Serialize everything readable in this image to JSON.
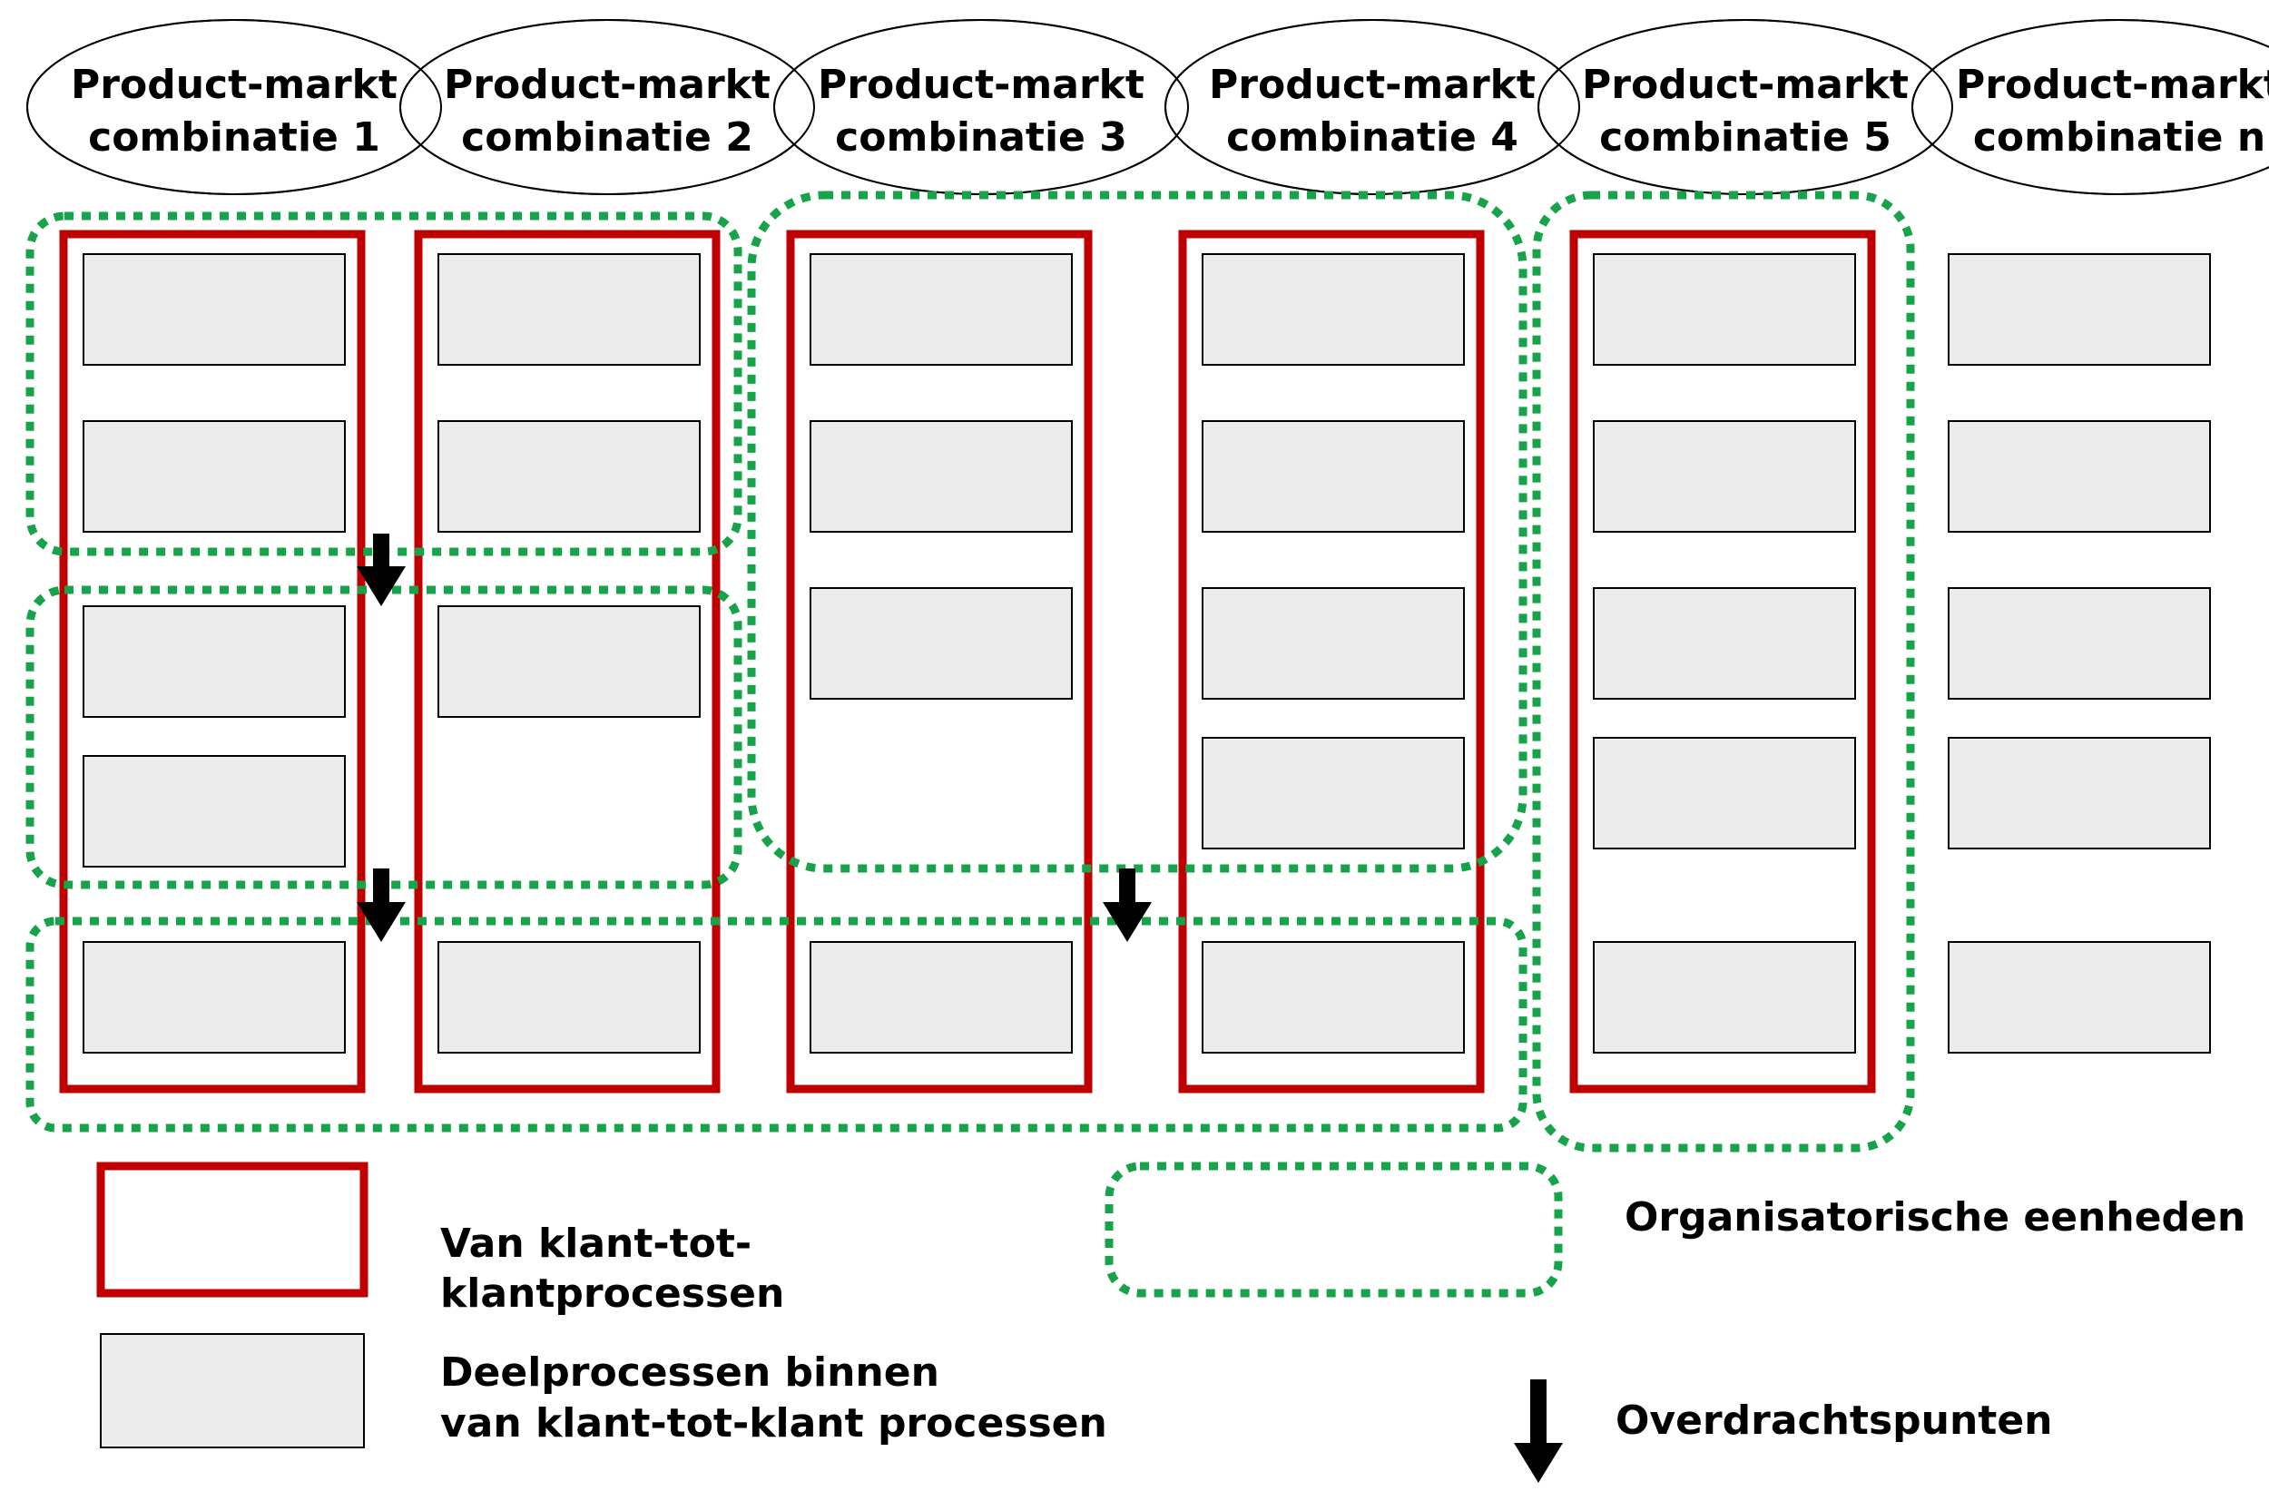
{
  "colors": {
    "process_border": "#c00000",
    "unit_border": "#17a34a",
    "subprocess_fill": "#ececec",
    "subprocess_border": "#000000",
    "arrow": "#000000",
    "ellipse_border": "#000000"
  },
  "columns": [
    {
      "line1": "Product-markt",
      "line2": "combinatie 1"
    },
    {
      "line1": "Product-markt",
      "line2": "combinatie 2"
    },
    {
      "line1": "Product-markt",
      "line2": "combinatie 3"
    },
    {
      "line1": "Product-markt",
      "line2": "combinatie 4"
    },
    {
      "line1": "Product-markt",
      "line2": "combinatie 5"
    },
    {
      "line1": "Product-markt",
      "line2": "combinatie n"
    }
  ],
  "legend": {
    "process_line1": "Van klant-tot-",
    "process_line2": "klantprocessen",
    "subprocess_line1": "Deelprocessen binnen",
    "subprocess_line2": "van klant-tot-klant processen",
    "unit_label": "Organisatorische eenheden",
    "handover_label": "Overdrachtspunten"
  }
}
